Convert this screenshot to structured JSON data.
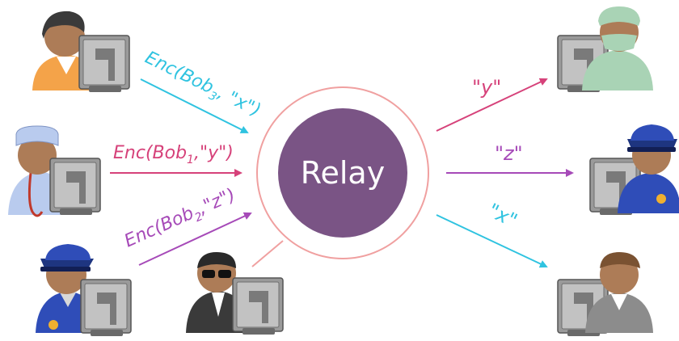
{
  "relay": {
    "label": "Relay"
  },
  "senders": [
    {
      "message": {
        "prefix": "Enc(Bob",
        "sub": "3",
        "suffix": ", \"x\")"
      }
    },
    {
      "message": {
        "prefix": "Enc(Bob",
        "sub": "1",
        "suffix": ",\"y\")"
      }
    },
    {
      "message": {
        "prefix": "Enc(Bob",
        "sub": "2",
        "suffix": ",\"z\")"
      }
    }
  ],
  "recipients": [
    {
      "message": "\"y\""
    },
    {
      "message": "\"z\""
    },
    {
      "message": "\"x\""
    }
  ],
  "colors": {
    "cyan": "#2fc3e0",
    "pink": "#d6427a",
    "purple": "#a64ab8",
    "relay_fill": "#7a5485",
    "relay_ring": "#f0a0a0",
    "adversary_link": "#f0a0a0"
  },
  "icons": [
    "person-at-computer-icon",
    "nurse-at-computer-icon",
    "police-officer-at-computer-icon",
    "masked-adversary-at-computer-icon",
    "surgeon-at-computer-icon",
    "person-at-computer-icon"
  ]
}
